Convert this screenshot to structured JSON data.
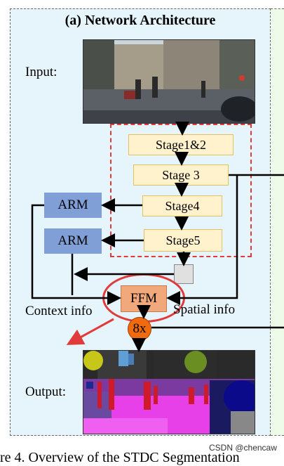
{
  "title": "(a) Network Architecture",
  "labels": {
    "input": "Input:",
    "output": "Output:",
    "context_info": "Context info",
    "spatial_info": "Spatial info"
  },
  "stages": {
    "stage12": "Stage1&2",
    "stage3": "Stage 3",
    "stage4": "Stage4",
    "stage5": "Stage5"
  },
  "arm": {
    "top": "ARM",
    "bottom": "ARM"
  },
  "ffm": "FFM",
  "upsample": "8x",
  "caption": "re 4. Overview of the STDC Segmentation",
  "watermark": "CSDN @chencaw",
  "colors": {
    "panel_bg": "#e6f4fb",
    "stage_fill": "#fff2cc",
    "arm_fill": "#7f9fd6",
    "ffm_fill": "#f1a97c",
    "upsample_fill": "#f06a10",
    "highlight_red": "#e03a3a"
  }
}
